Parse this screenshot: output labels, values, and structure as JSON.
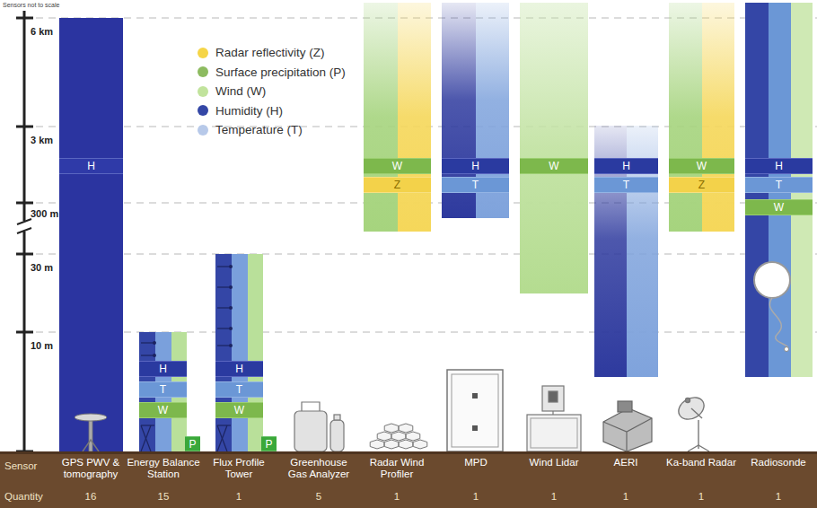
{
  "diagram": {
    "nodes": [
      {
        "text": [
          "H"
        ]
      },
      {
        "text": [
          "H"
        ]
      },
      {
        "text": [
          "T"
        ]
      },
      {
        "text": [
          "W"
        ]
      },
      {
        "text": [
          "P"
        ]
      },
      {
        "text": [
          "H"
        ]
      },
      {
        "text": [
          "T"
        ]
      },
      {
        "text": [
          "W"
        ]
      },
      {
        "text": [
          "P"
        ]
      },
      {
        "text": [
          "W"
        ]
      },
      {
        "text": [
          "Z"
        ]
      },
      {
        "text": [
          "H"
        ]
      },
      {
        "text": [
          "T"
        ]
      },
      {
        "text": [
          "W"
        ]
      },
      {
        "text": [
          "H"
        ]
      },
      {
        "text": [
          "T"
        ]
      },
      {
        "text": [
          "W"
        ]
      },
      {
        "text": [
          "Z"
        ]
      },
      {
        "text": [
          "H"
        ]
      },
      {
        "text": [
          "T"
        ]
      },
      {
        "text": [
          "W"
        ]
      }
    ],
    "labels": [
      "Sensors not to scale",
      "6 km",
      "3 km",
      "300 m",
      "30 m",
      "10 m",
      "Sensor",
      "GPS PWV & tomography",
      "Energy Balance Station",
      "Flux Profile Tower",
      "Greenhouse Gas Analyzer",
      "Radar Wind Profiler",
      "MPD",
      "Wind Lidar",
      "AERI",
      "Ka-band Radar",
      "Radiosonde",
      "Quantity",
      "16",
      "15",
      "1",
      "5",
      "1",
      "1",
      "1",
      "1",
      "1",
      "1"
    ],
    "legend": [
      {
        "text": "Radar reflectivity (Z)",
        "color": "#f5d547"
      },
      {
        "text": "Surface precipitation (P)",
        "color": "#8dbb60"
      },
      {
        "text": "Wind (W)",
        "color": "#c1e39c"
      },
      {
        "text": "Humidity (H)",
        "color": "#3447a6"
      },
      {
        "text": "Temperature (T)",
        "color": "#b7c9e9"
      }
    ]
  }
}
